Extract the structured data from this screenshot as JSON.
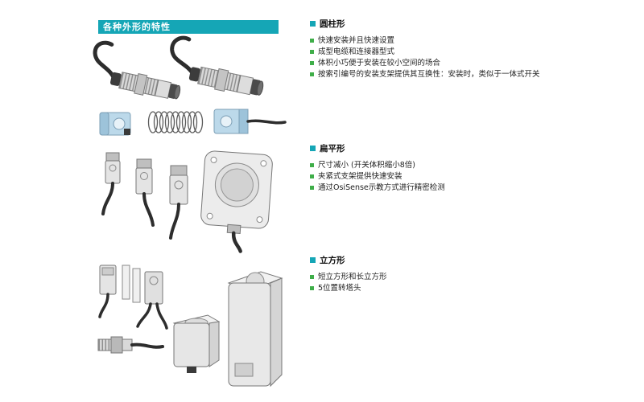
{
  "page": {
    "title": "各种外形的特性"
  },
  "sections": [
    {
      "heading": "圆柱形",
      "bullets": [
        "快速安装并且快速设置",
        "成型电缆和连接器型式",
        "体积小巧便于安装在较小空间的场合",
        "按索引编号的安装支架提供其互换性：安装时，类似于一体式开关"
      ]
    },
    {
      "heading": "扁平形",
      "bullets": [
        "尺寸减小 (开关体积缩小8倍)",
        "夹紧式支架提供快速安装",
        "通过OsiSense示教方式进行精密检测"
      ]
    },
    {
      "heading": "立方形",
      "bullets": [
        "短立方形和长立方形",
        "5位置转塔头"
      ]
    }
  ],
  "illustrations": [
    {
      "name": "cylindrical-sensors",
      "description": "两个带电缆的圆柱形螺纹接近开关"
    },
    {
      "name": "mounting-clamps-and-spring",
      "description": "安装支架与弹簧线圈"
    },
    {
      "name": "flat-sensors",
      "description": "扁平形接近开关与电缆"
    },
    {
      "name": "cubic-sensors",
      "description": "立方形接近开关、连接器与支架"
    }
  ],
  "colors": {
    "header_bg": "#15a6b6",
    "section_square": "#15a6b6",
    "bullet_square": "#3fae49",
    "clamp_blue": "#bcd9ea",
    "cable_dark": "#2d2d2d"
  }
}
